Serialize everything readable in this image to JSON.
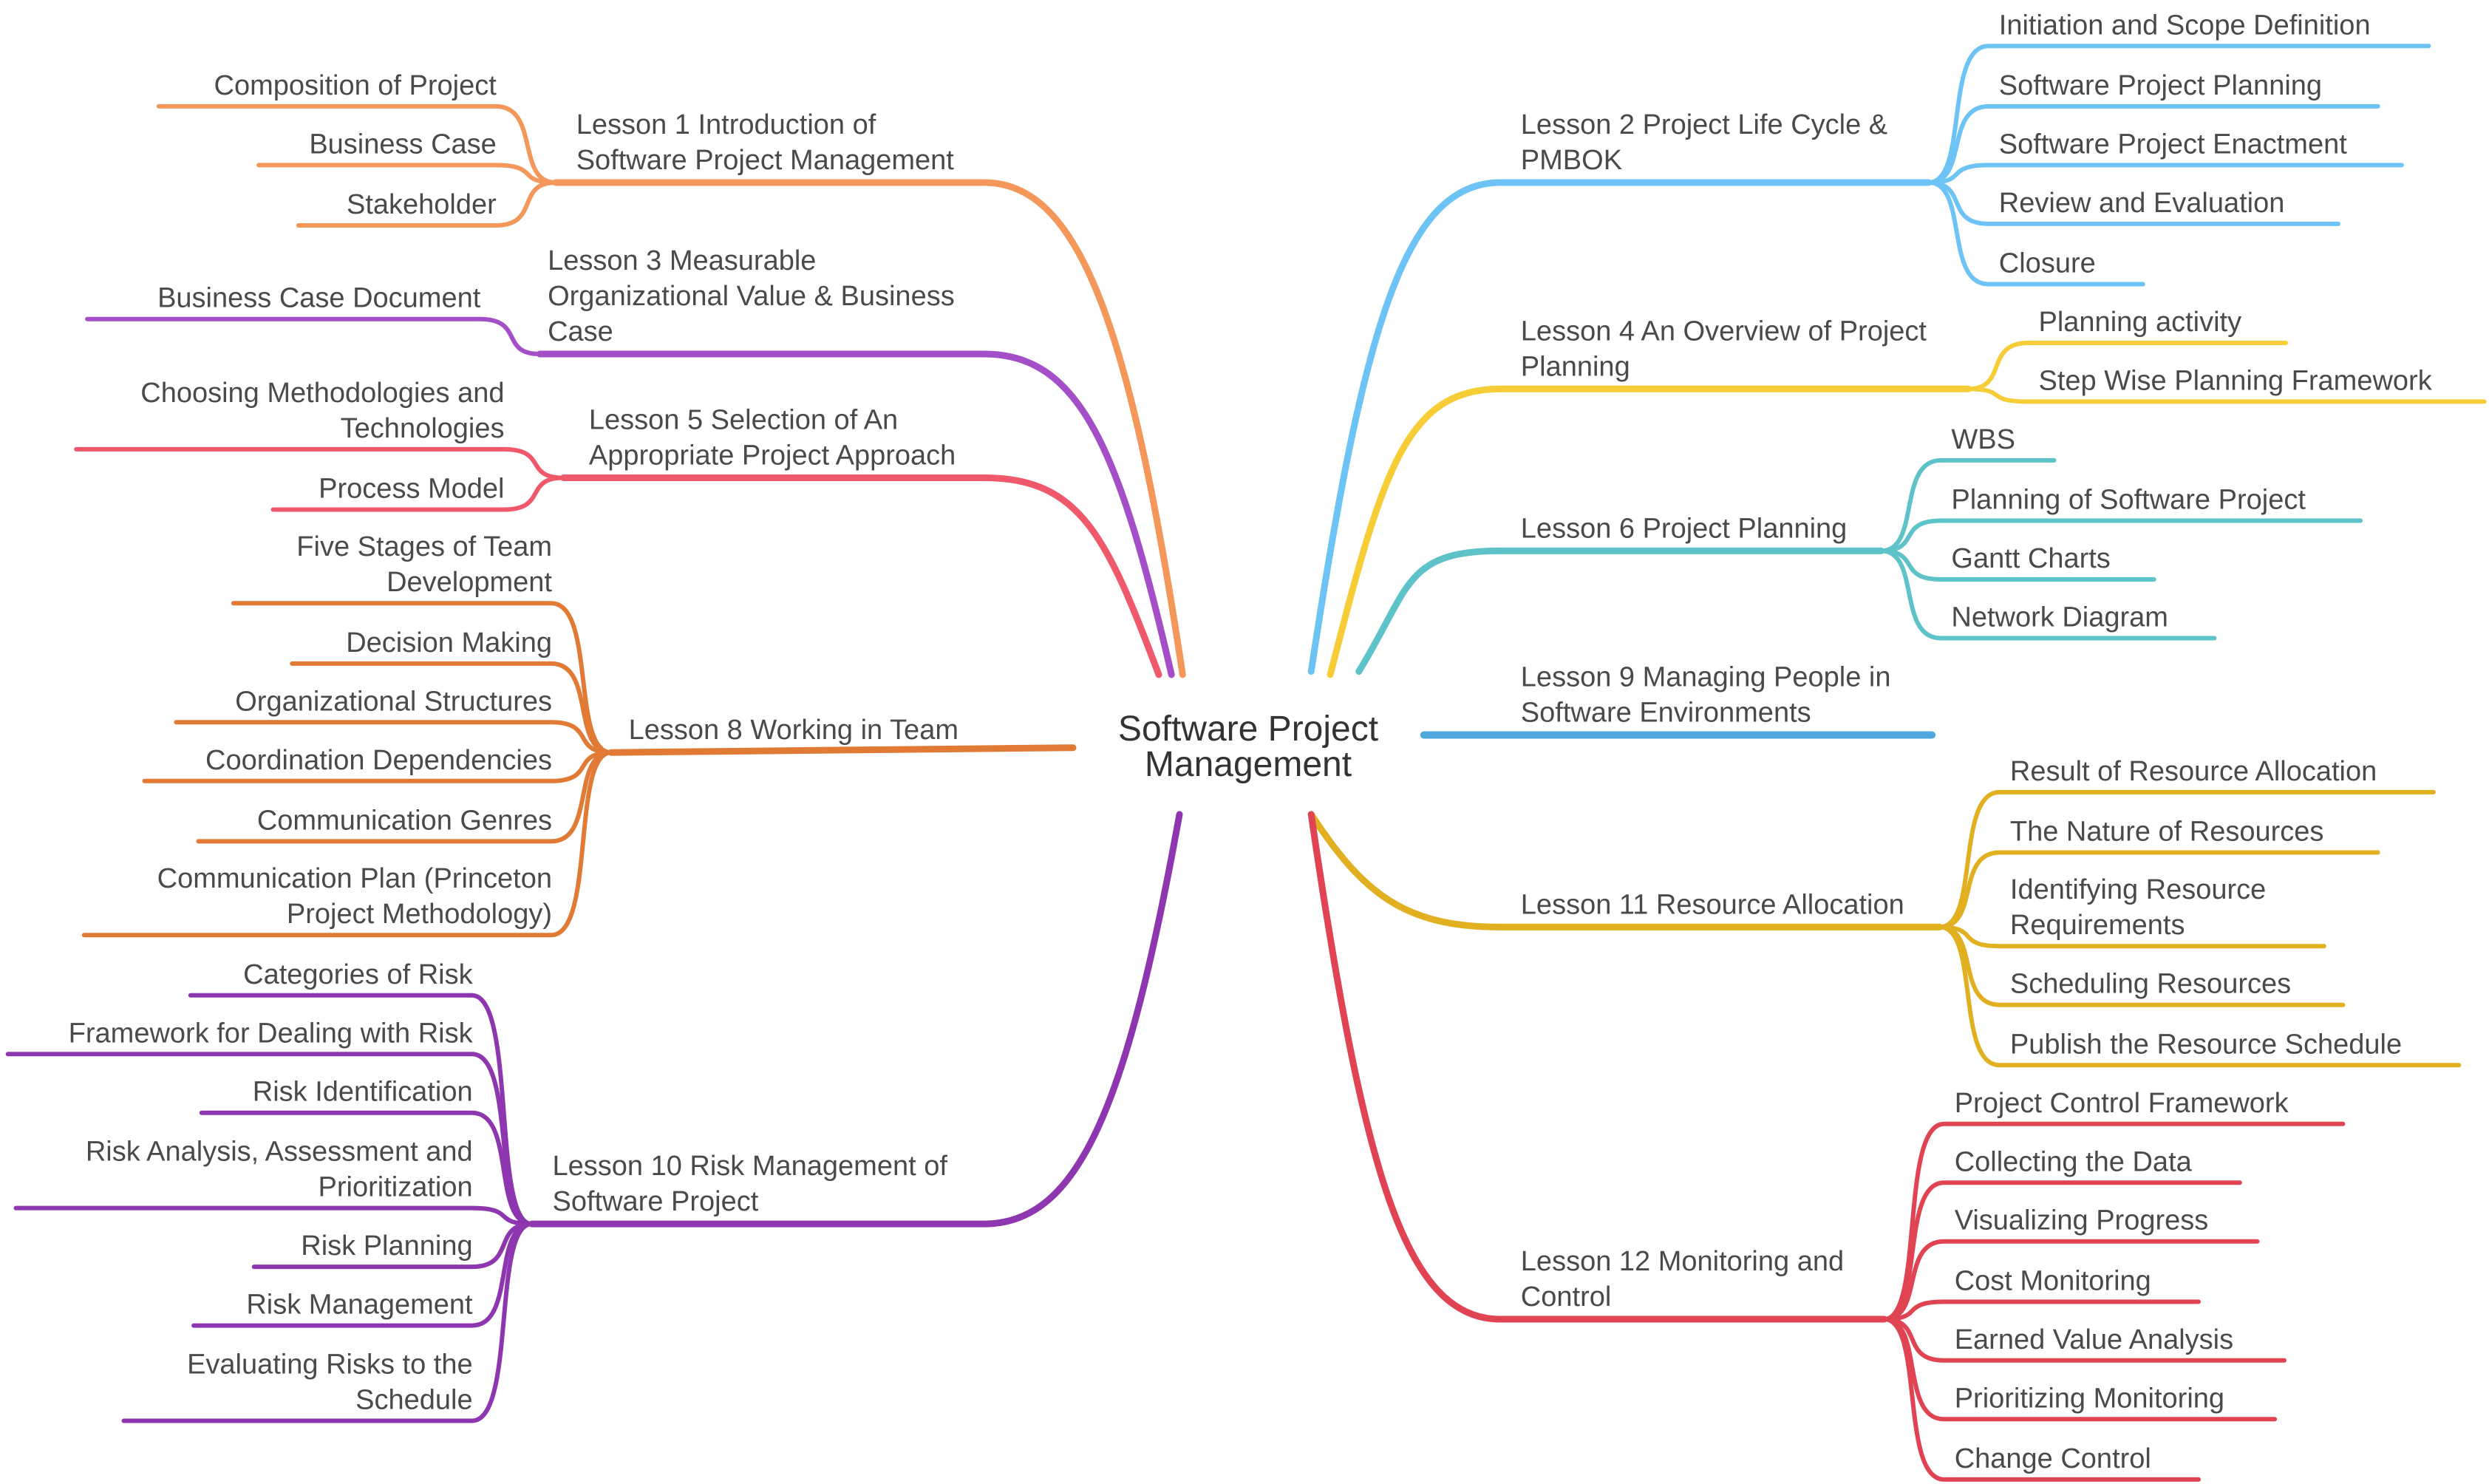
{
  "root": {
    "label": [
      "Software Project",
      "Management"
    ]
  },
  "branches": [
    {
      "id": "l1",
      "color": "#F4975A",
      "label": [
        "Lesson 1 Introduction of",
        "Software Project Management"
      ],
      "children": [
        {
          "label": [
            "Composition of Project"
          ]
        },
        {
          "label": [
            "Business Case"
          ]
        },
        {
          "label": [
            "Stakeholder"
          ]
        }
      ]
    },
    {
      "id": "l3",
      "color": "#A44FC7",
      "label": [
        "Lesson 3 Measurable",
        "Organizational Value & Business",
        "Case"
      ],
      "children": [
        {
          "label": [
            "Business Case Document"
          ]
        }
      ]
    },
    {
      "id": "l5",
      "color": "#F0596B",
      "label": [
        "Lesson 5 Selection of An",
        "Appropriate Project Approach"
      ],
      "children": [
        {
          "label": [
            "Choosing Methodologies and",
            "Technologies"
          ]
        },
        {
          "label": [
            "Process Model"
          ]
        }
      ]
    },
    {
      "id": "l8",
      "color": "#E07A35",
      "label": [
        "Lesson 8 Working in Team"
      ],
      "children": [
        {
          "label": [
            "Five Stages of Team",
            "Development"
          ]
        },
        {
          "label": [
            "Decision Making"
          ]
        },
        {
          "label": [
            "Organizational Structures"
          ]
        },
        {
          "label": [
            "Coordination Dependencies"
          ]
        },
        {
          "label": [
            "Communication Genres"
          ]
        },
        {
          "label": [
            "Communication Plan (Princeton",
            "Project Methodology)"
          ]
        }
      ]
    },
    {
      "id": "l10",
      "color": "#8E35B0",
      "label": [
        "Lesson 10 Risk Management of",
        "Software Project"
      ],
      "children": [
        {
          "label": [
            "Categories of Risk"
          ]
        },
        {
          "label": [
            "Framework for Dealing with Risk"
          ]
        },
        {
          "label": [
            "Risk Identification"
          ]
        },
        {
          "label": [
            "Risk Analysis, Assessment and",
            "Prioritization"
          ]
        },
        {
          "label": [
            "Risk Planning"
          ]
        },
        {
          "label": [
            "Risk Management"
          ]
        },
        {
          "label": [
            "Evaluating Risks to the",
            "Schedule"
          ]
        }
      ]
    },
    {
      "id": "l2",
      "color": "#6EC3F5",
      "label": [
        "Lesson 2 Project Life Cycle &",
        "PMBOK"
      ],
      "children": [
        {
          "label": [
            "Initiation and Scope Definition"
          ]
        },
        {
          "label": [
            "Software Project Planning"
          ]
        },
        {
          "label": [
            "Software Project Enactment"
          ]
        },
        {
          "label": [
            "Review and Evaluation"
          ]
        },
        {
          "label": [
            "Closure"
          ]
        }
      ]
    },
    {
      "id": "l4",
      "color": "#F7CD37",
      "label": [
        "Lesson 4 An Overview of Project",
        "Planning"
      ],
      "children": [
        {
          "label": [
            "Planning activity"
          ]
        },
        {
          "label": [
            "Step Wise Planning Framework"
          ]
        }
      ]
    },
    {
      "id": "l6",
      "color": "#5DC3C8",
      "label": [
        "Lesson 6 Project Planning"
      ],
      "children": [
        {
          "label": [
            "WBS"
          ]
        },
        {
          "label": [
            "Planning of Software Project"
          ]
        },
        {
          "label": [
            "Gantt Charts"
          ]
        },
        {
          "label": [
            "Network Diagram"
          ]
        }
      ]
    },
    {
      "id": "l9",
      "color": "#4FA7DE",
      "label": [
        "Lesson 9 Managing People in",
        "Software Environments"
      ],
      "children": []
    },
    {
      "id": "l11",
      "color": "#E1B020",
      "label": [
        "Lesson 11 Resource Allocation"
      ],
      "children": [
        {
          "label": [
            "Result of Resource Allocation"
          ]
        },
        {
          "label": [
            "The Nature of Resources"
          ]
        },
        {
          "label": [
            "Identifying Resource",
            "Requirements"
          ]
        },
        {
          "label": [
            "Scheduling Resources"
          ]
        },
        {
          "label": [
            "Publish the Resource Schedule"
          ]
        }
      ]
    },
    {
      "id": "l12",
      "color": "#E04352",
      "label": [
        "Lesson 12 Monitoring and",
        "Control"
      ],
      "children": [
        {
          "label": [
            "Project Control Framework"
          ]
        },
        {
          "label": [
            "Collecting the Data"
          ]
        },
        {
          "label": [
            "Visualizing Progress"
          ]
        },
        {
          "label": [
            "Cost Monitoring"
          ]
        },
        {
          "label": [
            "Earned Value Analysis"
          ]
        },
        {
          "label": [
            "Prioritizing Monitoring"
          ]
        },
        {
          "label": [
            "Change Control"
          ]
        }
      ]
    }
  ]
}
